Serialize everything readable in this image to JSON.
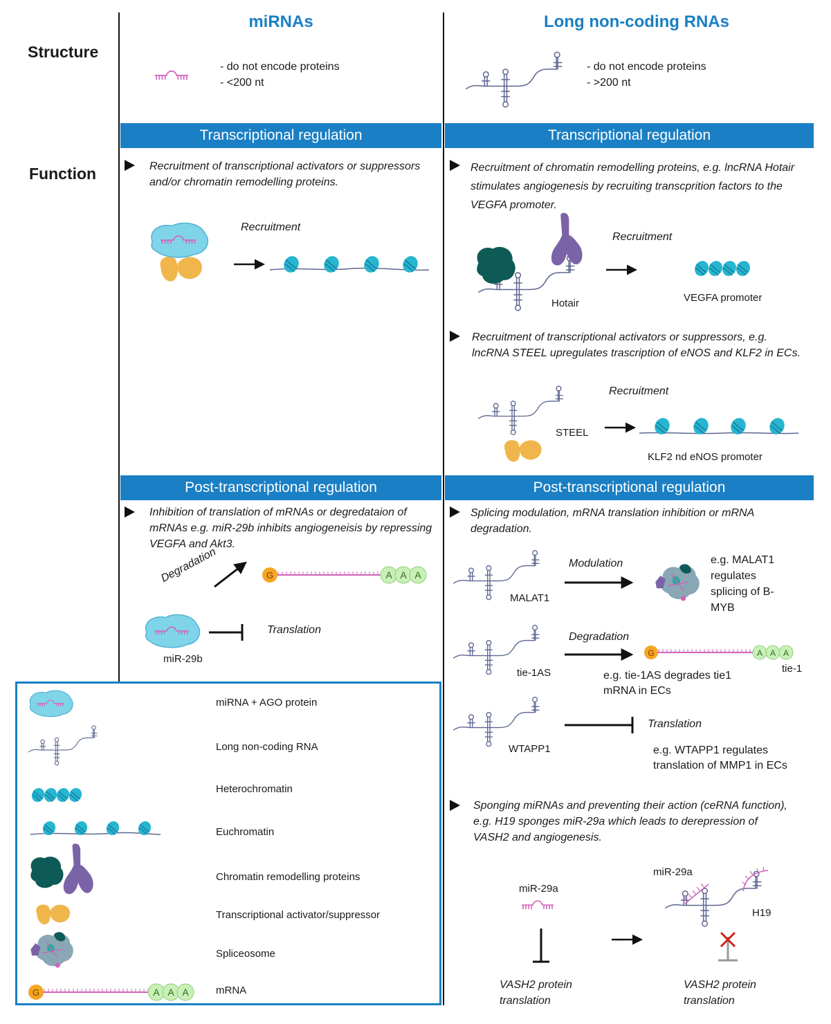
{
  "headers": {
    "mirnas": "miRNAs",
    "lncrnas": "Long non-coding RNAs",
    "structure": "Structure",
    "function": "Function"
  },
  "structure": {
    "mirna_lines": [
      "- do not encode proteins",
      "- <200 nt"
    ],
    "lncrna_lines": [
      "- do not encode proteins",
      "- >200 nt"
    ]
  },
  "bands": {
    "transcriptional": "Transcriptional regulation",
    "post_transcriptional": "Post-transcriptional regulation"
  },
  "mirna_transcriptional": {
    "text": "Recruitment of transcriptional activators or suppressors and/or chromatin remodelling proteins.",
    "label": "Recruitment"
  },
  "lnc_transcriptional": {
    "hotair_text": "Recruitment of chromatin remodelling proteins, e.g. lncRNA Hotair stimulates angiogenesis by recruiting transcprition factors to the VEGFA promoter.",
    "hotair_recruitment": "Recruitment",
    "hotair_label": "Hotair",
    "vegfa_label": "VEGFA promoter",
    "steel_text": "Recruitment of transcriptional activators or suppressors, e.g. lncRNA STEEL upregulates trascription of eNOS and KLF2 in ECs.",
    "steel_recruitment": "Recruitment",
    "steel_label": "STEEL",
    "klf2_label": "KLF2 nd eNOS promoter"
  },
  "mirna_post": {
    "text": "Inhibition of translation of mRNAs or degredataion of mRNAs e.g. miR-29b inhibits angiogeneisis by repressing VEGFA and Akt3.",
    "degradation": "Degradation",
    "translation": "Translation",
    "mir29b": "miR-29b"
  },
  "lnc_post": {
    "text": "Splicing modulation, mRNA translation inhibition or mRNA degradation.",
    "modulation": "Modulation",
    "malat1": "MALAT1",
    "malat1_note": "e.g. MALAT1 regulates splicing of B-MYB",
    "degradation": "Degradation",
    "tie1as": "tie-1AS",
    "tie1": "tie-1",
    "tie1_note": "e.g. tie-1AS degrades tie1 mRNA in ECs",
    "translation": "Translation",
    "wtapp1": "WTAPP1",
    "wtapp1_note": "e.g. WTAPP1 regulates translation of MMP1 in ECs",
    "sponge_text": "Sponging miRNAs and preventing their action  (ceRNA function), e.g. H19 sponges miR-29a which leads to derepression of VASH2 and angiogenesis.",
    "mir29a_left": "miR-29a",
    "mir29a_right": "miR-29a",
    "h19": "H19",
    "vash2_left": "VASH2  protein translation",
    "vash2_right": "VASH2  protein translation"
  },
  "mrna_letters": {
    "cap": "G",
    "tail": [
      "A",
      "A",
      "A"
    ]
  },
  "legend": [
    {
      "icon": "mirna-ago",
      "label": "miRNA + AGO protein"
    },
    {
      "icon": "lncrna",
      "label": "Long non-coding RNA"
    },
    {
      "icon": "heterochromatin",
      "label": "Heterochromatin"
    },
    {
      "icon": "euchromatin",
      "label": "Euchromatin"
    },
    {
      "icon": "chromatin-remodelling",
      "label": "Chromatin remodelling proteins"
    },
    {
      "icon": "activator-suppressor",
      "label": "Transcriptional activator/suppressor"
    },
    {
      "icon": "spliceosome",
      "label": "Spliceosome"
    },
    {
      "icon": "mrna",
      "label": "mRNA"
    }
  ],
  "colors": {
    "accent_blue": "#1a7fc4",
    "nucleosome": "#27b5cf",
    "ago": "#7fd4ea",
    "activator": "#f0b64c",
    "remodeller_dark": "#0e5a57",
    "remodeller_purple": "#7b63a8",
    "mirna_pink": "#d163b9",
    "rna_line": "#5d6690",
    "cap_orange": "#f5a623",
    "polya_green": "#c9f0b6"
  }
}
